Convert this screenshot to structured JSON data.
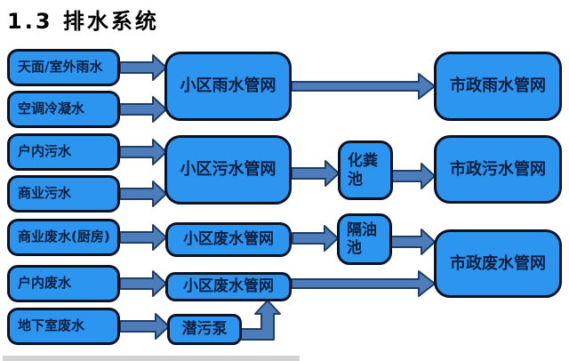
{
  "title": "1.3 排水系统",
  "colors": {
    "background": "#ffffff",
    "box_fill": "#2b95f0",
    "box_border": "#0b1224",
    "box_text": "#0f1f40",
    "arrow_fill": "#4c7cba",
    "arrow_border": "#203e66",
    "title_text": "#000000",
    "bottom_strip": "#d3d3d3"
  },
  "nodes": {
    "sources": [
      "天面/室外雨水",
      "空调冷凝水",
      "户内污水",
      "商业污水",
      "商业废水(厨房)",
      "户内废水",
      "地下室废水"
    ],
    "community": [
      "小区雨水管网",
      "小区污水管网",
      "小区废水管网",
      "小区废水管网",
      "潜污泵"
    ],
    "treatment": [
      "化粪池",
      "隔油池"
    ],
    "municipal": [
      "市政雨水管网",
      "市政污水管网",
      "市政废水管网"
    ]
  },
  "edges": [
    {
      "from": "天面/室外雨水",
      "to": "小区雨水管网"
    },
    {
      "from": "空调冷凝水",
      "to": "小区雨水管网"
    },
    {
      "from": "小区雨水管网",
      "to": "市政雨水管网"
    },
    {
      "from": "户内污水",
      "to": "小区污水管网"
    },
    {
      "from": "商业污水",
      "to": "小区污水管网"
    },
    {
      "from": "小区污水管网",
      "to": "化粪池"
    },
    {
      "from": "化粪池",
      "to": "市政污水管网"
    },
    {
      "from": "商业废水(厨房)",
      "to": "小区废水管网"
    },
    {
      "from": "小区废水管网",
      "to": "隔油池"
    },
    {
      "from": "隔油池",
      "to": "市政废水管网"
    },
    {
      "from": "户内废水",
      "to": "小区废水管网"
    },
    {
      "from": "小区废水管网",
      "to": "市政废水管网"
    },
    {
      "from": "地下室废水",
      "to": "潜污泵"
    },
    {
      "from": "潜污泵",
      "to": "小区废水管网"
    }
  ]
}
